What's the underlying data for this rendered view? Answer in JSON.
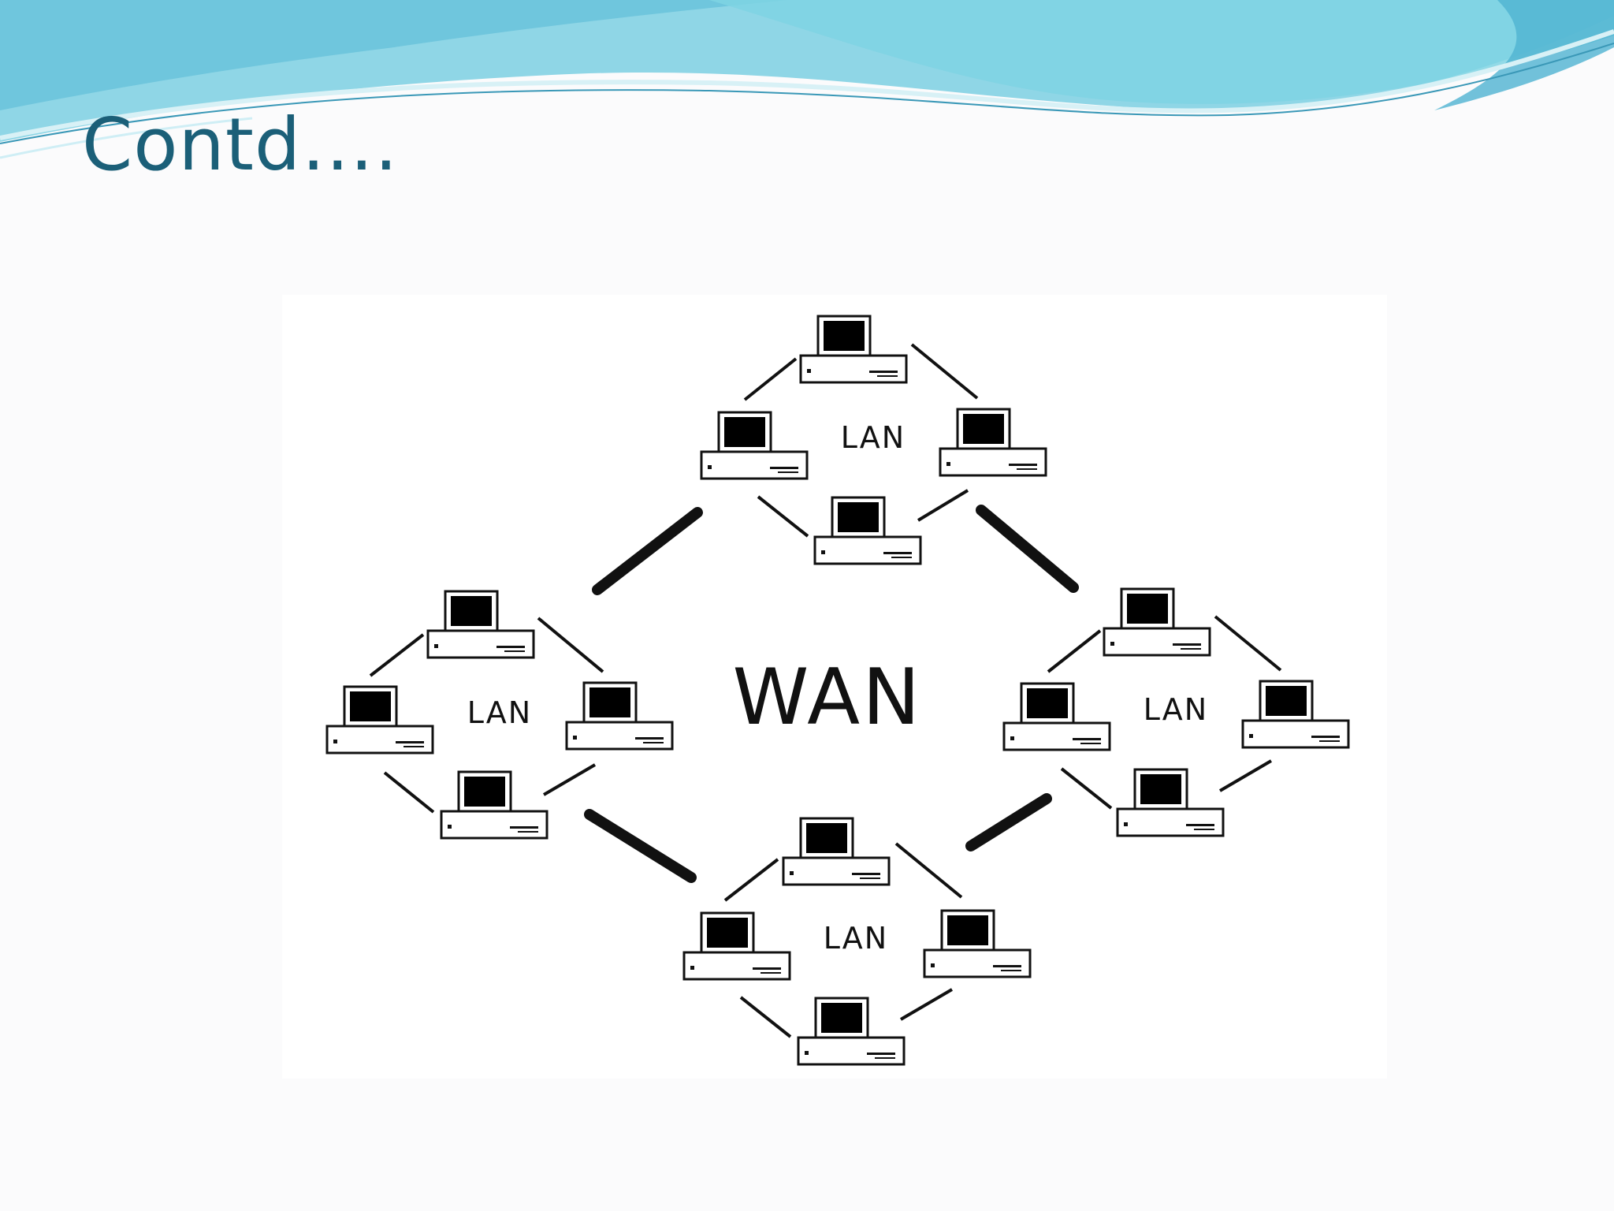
{
  "slide": {
    "title": "Contd….",
    "colors": {
      "title": "#1b5f78",
      "wave_light": "#9fdce9",
      "wave_mid": "#5fc3d9",
      "wave_dark": "#2d8fb0",
      "background": "#fbfbfc"
    }
  },
  "diagram": {
    "center_label": "WAN",
    "networks": [
      {
        "id": "top",
        "label": "LAN"
      },
      {
        "id": "left",
        "label": "LAN"
      },
      {
        "id": "right",
        "label": "LAN"
      },
      {
        "id": "bottom",
        "label": "LAN"
      }
    ],
    "computers_per_lan": 4,
    "icon": "desktop-computer-icon"
  }
}
